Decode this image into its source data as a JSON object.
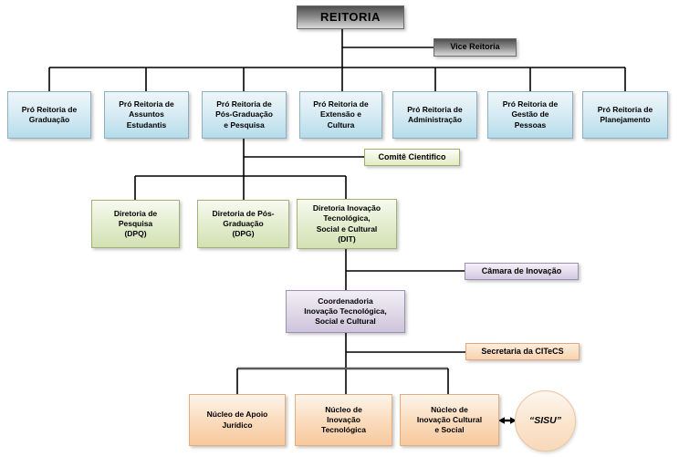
{
  "org": {
    "reitoria": {
      "label": "REITORIA"
    },
    "vice_reitoria": {
      "label": "Vice Reitoria"
    },
    "pro_reitorias": [
      {
        "label": "Pró Reitoria de\nGraduação"
      },
      {
        "label": "Pró Reitoria de\nAssuntos\nEstudantis"
      },
      {
        "label": "Pró Reitoria de\nPós-Graduação\ne Pesquisa"
      },
      {
        "label": "Pró Reitoria de\nExtensão e\nCultura"
      },
      {
        "label": "Pró Reitoria de\nAdministração"
      },
      {
        "label": "Pró Reitoria de\nGestão de\nPessoas"
      },
      {
        "label": "Pró Reitoria de\nPlanejamento"
      }
    ],
    "comite": {
      "label": "Comitê Cientifico"
    },
    "diretorias": [
      {
        "label": "Diretoria de\nPesquisa\n(DPQ)"
      },
      {
        "label": "Diretoria de Pós-\nGraduação\n(DPG)"
      },
      {
        "label": "Diretoria Inovação\nTecnológica,\nSocial e Cultural\n(DIT)"
      }
    ],
    "camara": {
      "label": "Câmara de Inovação"
    },
    "coordenadoria": {
      "label": "Coordenadoria\nInovação Tecnológica,\nSocial e Cultural"
    },
    "secretaria": {
      "label": "Secretaria da CITeCS"
    },
    "nucleos": [
      {
        "label": "Núcleo de Apoio\nJurídico"
      },
      {
        "label": "Núcleo de\nInovação\nTecnológica"
      },
      {
        "label": "Núcleo de\nInovação Cultural\ne Social"
      }
    ],
    "sisu": {
      "label": "“SISU”"
    },
    "palette": {
      "gray_top": "#4f4f4f",
      "gray_bottom": "#d8d8d8",
      "blue_top": "#edf6fa",
      "blue_bottom": "#b5dcea",
      "blue_border": "#8fafc0",
      "green_top": "#f7faf0",
      "green_bottom": "#d3e1b3",
      "green_border": "#a4b176",
      "purple_top": "#f2eff6",
      "purple_bottom": "#cec4db",
      "purple_border": "#9c8fb4",
      "orange_top": "#fdf5ec",
      "orange_bottom": "#f7c89e",
      "orange_border": "#e5ad7e",
      "line_color": "#000000"
    }
  }
}
